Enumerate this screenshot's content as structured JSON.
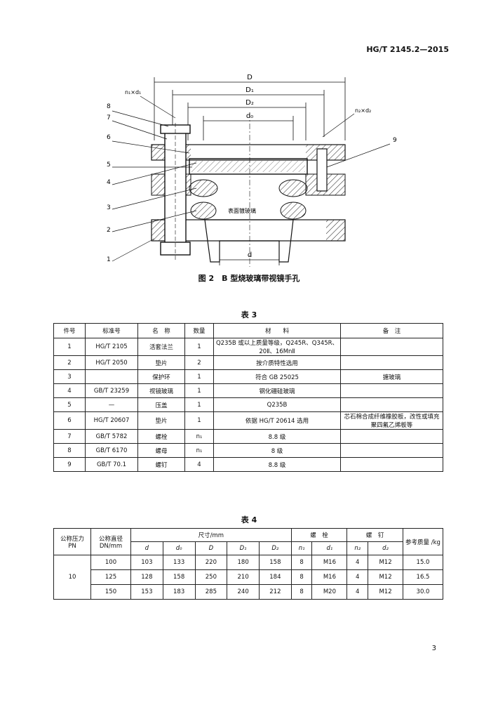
{
  "header": {
    "standard_id": "HG/T 2145.2—2015"
  },
  "figure": {
    "caption": "图 2　B 型烧玻璃带视镜手孔",
    "dims": {
      "D": "D",
      "D1": "D₁",
      "D2": "D₂",
      "d0": "d₀",
      "d": "d",
      "n1d1": "n₁×d₁",
      "n2d2": "n₂×d₂"
    },
    "callouts": [
      "1",
      "2",
      "3",
      "4",
      "5",
      "6",
      "7",
      "8",
      "9"
    ],
    "annotation": "表面镀玻璃"
  },
  "table3": {
    "caption": "表 3",
    "headers": [
      "件号",
      "标准号",
      "名　称",
      "数量",
      "材　　料",
      "备　注"
    ],
    "rows": [
      [
        "1",
        "HG/T 2105",
        "活套法兰",
        "1",
        "Q235B 或以上质量等级，Q245R、Q345R、20Ⅱ、16MnⅡ",
        ""
      ],
      [
        "2",
        "HG/T 2050",
        "垫片",
        "2",
        "按介质特性选用",
        ""
      ],
      [
        "3",
        "",
        "保护环",
        "1",
        "符合 GB 25025",
        "搪玻璃"
      ],
      [
        "4",
        "GB/T 23259",
        "视镜玻璃",
        "1",
        "钢化硼硅玻璃",
        ""
      ],
      [
        "5",
        "—",
        "压盖",
        "1",
        "Q235B",
        ""
      ],
      [
        "6",
        "HG/T 20607",
        "垫片",
        "1",
        "依据 HG/T 20614 选用",
        "芯石棉合成纤维橡胶板，改性或填充聚四氟乙烯板等"
      ],
      [
        "7",
        "GB/T 5782",
        "螺栓",
        "n₁",
        "8.8 级",
        ""
      ],
      [
        "8",
        "GB/T 6170",
        "螺母",
        "n₁",
        "8 级",
        ""
      ],
      [
        "9",
        "GB/T 70.1",
        "螺钉",
        "4",
        "8.8 级",
        ""
      ]
    ]
  },
  "table4": {
    "caption": "表 4",
    "headers": {
      "pn": "公称压力 PN",
      "dn": "公称直径 DN/mm",
      "size": "尺寸/mm",
      "bolt": "螺　栓",
      "screw": "螺　钉",
      "mass": "参考质量 /kg"
    },
    "subheaders": [
      "d",
      "d₀",
      "D",
      "D₁",
      "D₂",
      "n₁",
      "d₁",
      "n₂",
      "d₂"
    ],
    "pn_value": "10",
    "rows": [
      [
        "100",
        "103",
        "133",
        "220",
        "180",
        "158",
        "8",
        "M16",
        "4",
        "M12",
        "15.0"
      ],
      [
        "125",
        "128",
        "158",
        "250",
        "210",
        "184",
        "8",
        "M16",
        "4",
        "M12",
        "16.5"
      ],
      [
        "150",
        "153",
        "183",
        "285",
        "240",
        "212",
        "8",
        "M20",
        "4",
        "M12",
        "30.0"
      ]
    ]
  },
  "page_number": "3"
}
